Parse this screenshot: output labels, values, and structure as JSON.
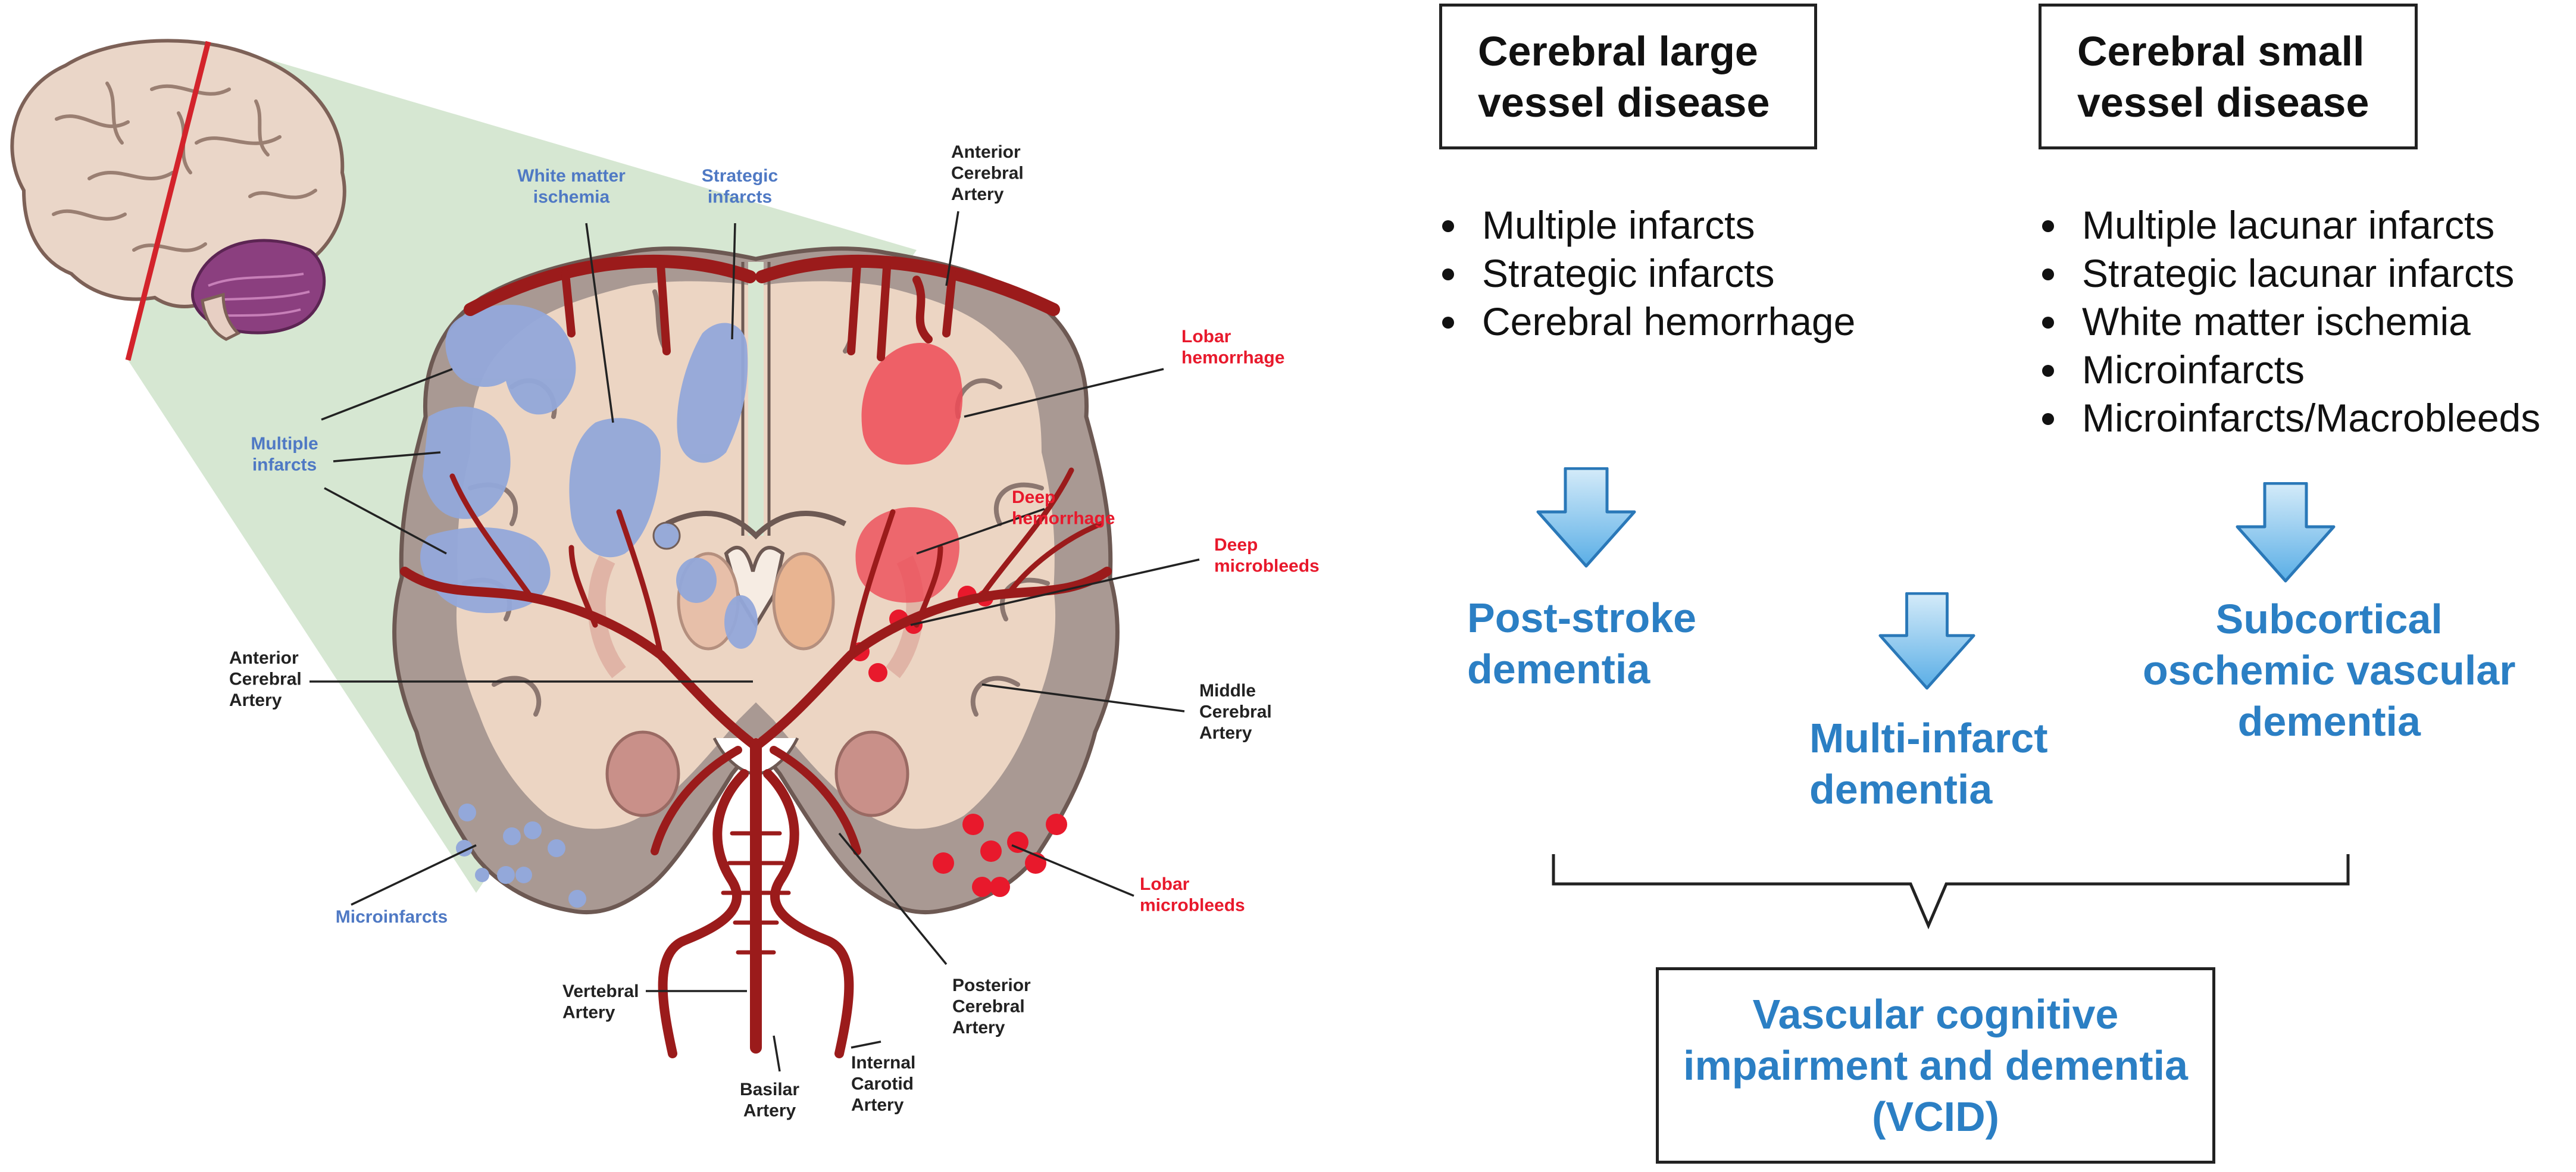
{
  "colors": {
    "dark_red": "#9b1b1b",
    "blue_lesion": "#93a8da",
    "blue_label": "#4f79c4",
    "red_label": "#e8192c",
    "dementia_blue": "#2b7fc4",
    "tissue_outer": "#a89890",
    "tissue_inner": "#ecd5c3",
    "wedge_green": "#d6e7d2"
  },
  "illustration": {
    "labels_blue": {
      "white_matter_ischemia": "White matter\nischemia",
      "strategic_infarcts": "Strategic\ninfarcts",
      "multiple_infarcts": "Multiple\ninfarcts",
      "microinfarcts": "Microinfarcts"
    },
    "labels_red": {
      "lobar_hemorrhage": "Lobar\nhemorrhage",
      "deep_hemorrhage": "Deep\nhemorrhage",
      "deep_microbleeds": "Deep\nmicrobleeds",
      "lobar_microbleeds": "Lobar\nmicrobleeds"
    },
    "labels_black": {
      "anterior_cerebral_artery_top": "Anterior\nCerebral\nArtery",
      "anterior_cerebral_artery_left": "Anterior\nCerebral\nArtery",
      "middle_cerebral_artery": "Middle\nCerebral\nArtery",
      "posterior_cerebral_artery": "Posterior\nCerebral\nArtery",
      "vertebral_artery": "Vertebral\nArtery",
      "basilar_artery": "Basilar\nArtery",
      "internal_carotid_artery": "Internal\nCarotid\nArtery"
    }
  },
  "large_vessel": {
    "title": "Cerebral large\nvessel disease",
    "items": [
      "Multiple infarcts",
      "Strategic infarcts",
      "Cerebral hemorrhage"
    ]
  },
  "small_vessel": {
    "title": "Cerebral small\nvessel disease",
    "items": [
      "Multiple lacunar infarcts",
      "Strategic lacunar infarcts",
      "White matter ischemia",
      "Microinfarcts",
      "Microinfarcts/Macrobleeds"
    ]
  },
  "dementias": {
    "post_stroke": "Post-stroke\ndementia",
    "multi_infarct": "Multi-infarct\ndementia",
    "subcortical": "Subcortical\noschemic vascular\ndementia"
  },
  "vcid": "Vascular cognitive\nimpairment and dementia\n(VCID)"
}
